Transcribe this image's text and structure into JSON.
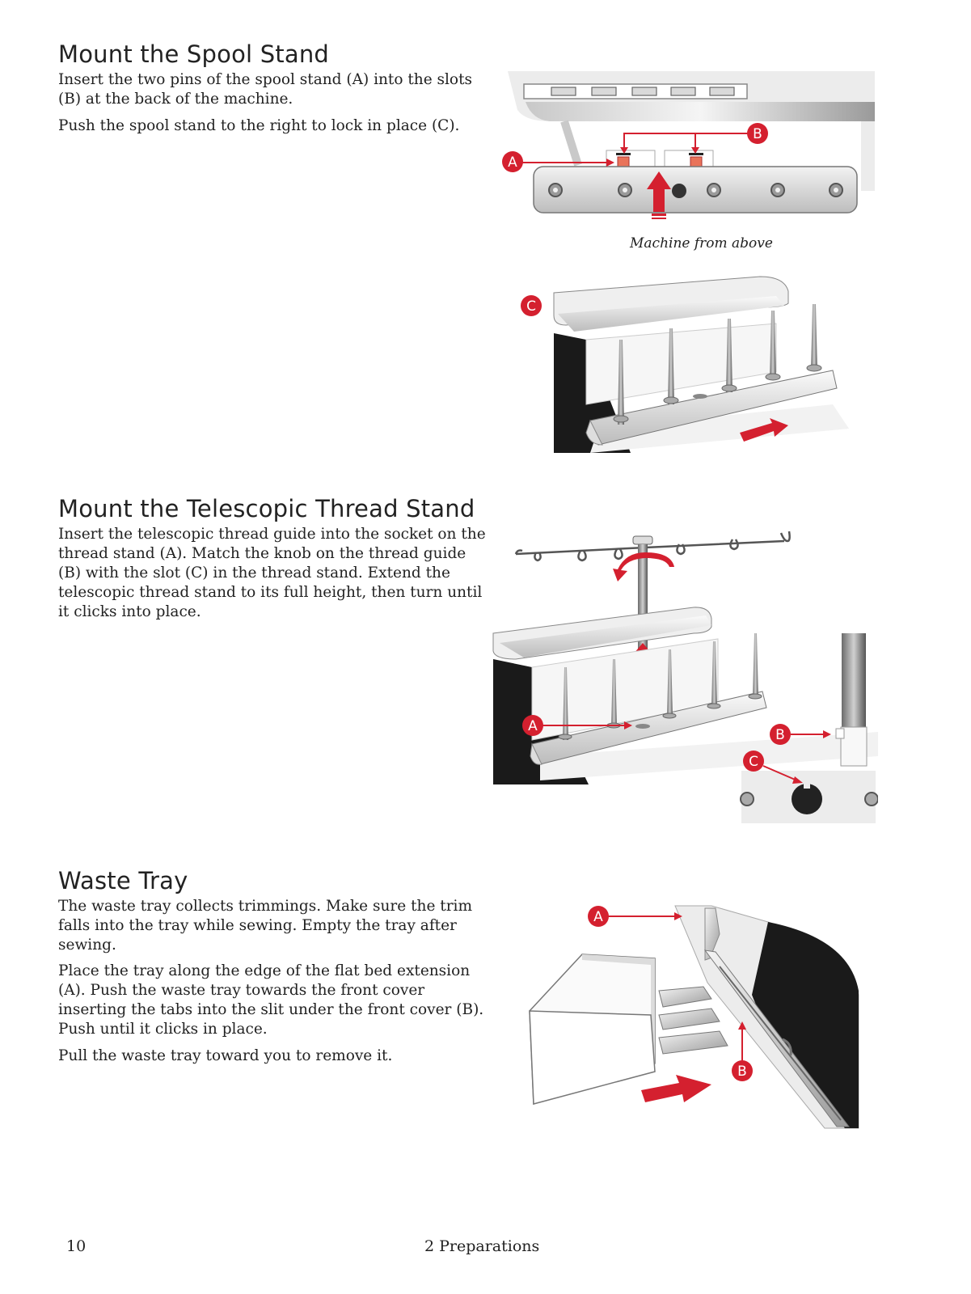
{
  "section1": {
    "heading": "Mount the Spool Stand",
    "para1_line1": "Insert the two pins of the spool stand (A) into the slots",
    "para1_line2": "(B) at the back of the machine.",
    "para2": "Push the spool stand to the right to lock in place (C).",
    "figure1": {
      "label_a": "A",
      "label_b": "B",
      "caption": "Machine from above"
    },
    "figure2": {
      "label_c": "C"
    }
  },
  "section2": {
    "heading": "Mount the Telescopic Thread Stand",
    "lines": [
      "Insert the telescopic thread guide into the socket on the",
      "thread stand (A). Match the knob on the thread guide",
      "(B) with the slot (C) in the thread stand. Extend the",
      "telescopic thread stand to its full height, then turn until",
      "it clicks into place."
    ],
    "figure": {
      "label_a": "A",
      "label_b": "B",
      "label_c": "C"
    }
  },
  "section3": {
    "heading": "Waste Tray",
    "para1": [
      "The waste tray collects trimmings. Make sure the trim",
      "falls into the tray while sewing. Empty the tray after",
      "sewing."
    ],
    "para2": [
      "Place the tray along the edge of the flat bed extension",
      "(A). Push the waste tray towards the front cover",
      "inserting the tabs into the slit under the front cover (B).",
      "Push until it clicks in place."
    ],
    "para3": "Pull the waste tray toward you to remove it.",
    "figure": {
      "label_a": "A",
      "label_b": "B"
    }
  },
  "footer": {
    "page_number": "10",
    "chapter": "2 Preparations"
  },
  "colors": {
    "accent_red": "#d4202f",
    "metal_dark": "#555555",
    "machine_black": "#1a1a1a"
  }
}
